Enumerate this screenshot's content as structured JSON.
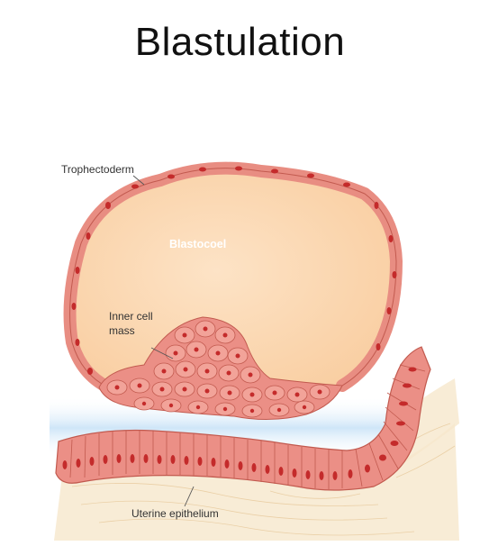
{
  "title": "Blastulation",
  "labels": {
    "trophectoderm": "Trophectoderm",
    "blastocoel": "Blastocoel",
    "inner_cell_mass_line1": "Inner cell",
    "inner_cell_mass_line2": "mass",
    "uterine_epithelium": "Uterine epithelium"
  },
  "colors": {
    "cavity": "#fcd9b5",
    "cell_fill": "#eb8f86",
    "cell_outline": "#c25a4f",
    "nucleus": "#c42b2b",
    "fluid": "#d7ecfa",
    "stroma": "#f4e3c5"
  }
}
